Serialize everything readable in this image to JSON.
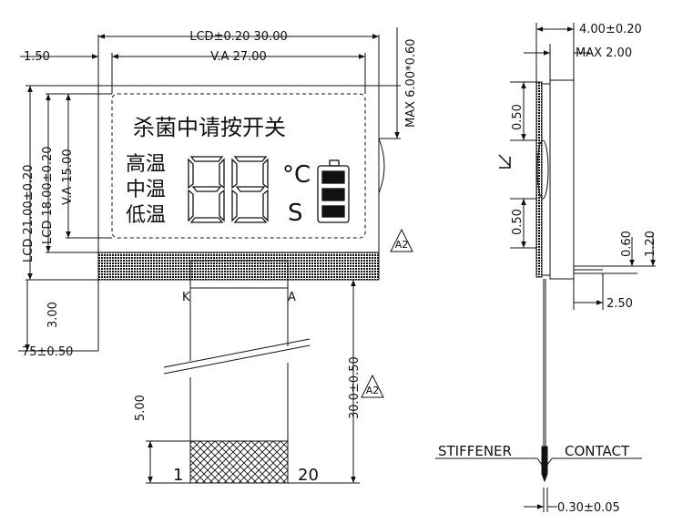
{
  "front_view": {
    "lcd_width": "LCD±0.20  30.00",
    "va_width": "V.A  27.00",
    "left_offset": "1.50",
    "max_thickness": "MAX  6.00*0.60",
    "lcd_height": "LCD  21.00±0.20",
    "lcd_inner_height": "LCD  18.00±0.20",
    "va_height": "V.A  15.00",
    "bottom_strip": "3.00",
    "fpc_offset": "75±0.50",
    "stiffener_length": "5.00",
    "fpc_length": "30.0±0.50",
    "revision_mark": "A2",
    "pin_k": "K",
    "pin_a": "A",
    "pin_first": "1",
    "pin_last": "20",
    "display_text": {
      "top_line": "杀菌中请按开关",
      "mode_high": "高温",
      "mode_mid": "中温",
      "mode_low": "低温",
      "unit_celsius": "°C",
      "unit_seconds": "S"
    }
  },
  "side_view": {
    "total_thickness": "4.00±0.20",
    "max_thickness": "MAX  2.00",
    "upper_gap": "0.50",
    "lower_gap": "0.50",
    "lead_offset": "0.60",
    "lead_span": "1.20",
    "lead_length": "2.50",
    "fpc_thickness": "0.30±0.05",
    "stiffener_label": "STIFFENER",
    "contact_label": "CONTACT"
  }
}
